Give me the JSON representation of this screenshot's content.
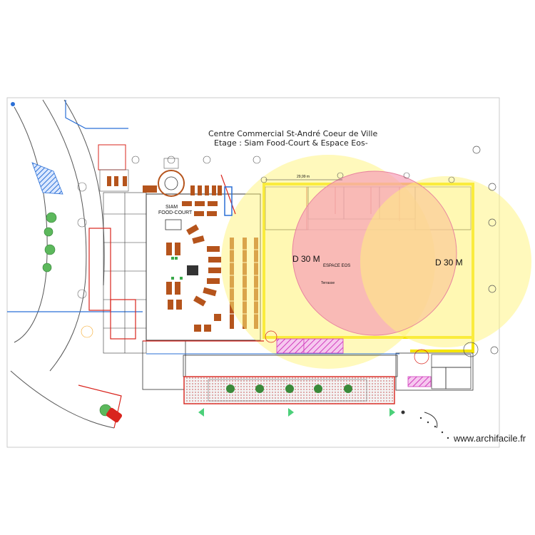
{
  "plan": {
    "title_line1": "Centre Commercial  St-André Coeur de Ville",
    "title_line2": "Etage : Siam Food-Court & Espace Eos-",
    "food_court_label_1": "SIAM",
    "food_court_label_2": "FOOD-COURT",
    "espace_label": "ESPACE EOS",
    "zone_left_label": "D 30 M",
    "zone_right_label": "D 30 M",
    "dimension_label": "29,99 m",
    "terrasse_label": "Terrasse",
    "watermark": "www.archifacile.fr"
  },
  "colors": {
    "zone_yellow": "#fff37a",
    "zone_pink": "#f7a0b8",
    "outline_yellow": "#f5e400",
    "wall_red": "#d9241d",
    "furniture_brown": "#b5541c",
    "wall_blue": "#2a6fd6",
    "green_marker": "#4cd07a",
    "magenta_hatch": "#e040c8"
  }
}
